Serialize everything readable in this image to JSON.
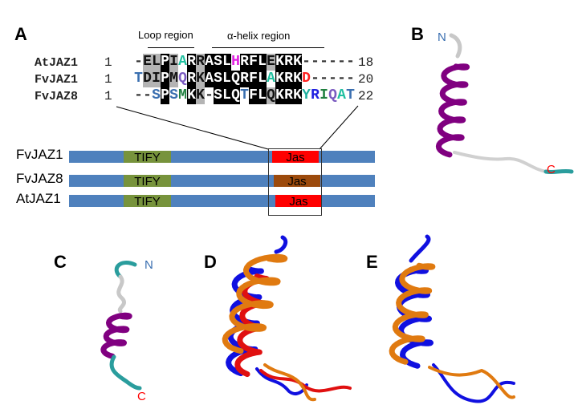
{
  "panels": {
    "a": "A",
    "b": "B",
    "c": "C",
    "d": "D",
    "e": "E"
  },
  "regions": {
    "loop": "Loop region",
    "helix": "α-helix region"
  },
  "alignment": [
    {
      "name": "AtJAZ1",
      "start": "1",
      "seq": "-ELPIARRASLHRFLEKRK------",
      "shade": "nggbgnbgbbbnbbbgbbbnnnnnn",
      "end": "18"
    },
    {
      "name": "FvJAZ1",
      "start": "1",
      "seq": "TDIPMQRKASLQRFLAKRKD-----",
      "shade": "nggbgnbgbbbbbbbnbbbnnnnnn",
      "end": "20"
    },
    {
      "name": "FvJAZ8",
      "start": "1",
      "seq": "--SPSMKK-SLQTFLQKRKYRIQAT",
      "shade": "nnnbnnbgnbbbnbbgbbbnnnnnn",
      "end": "22"
    }
  ],
  "residue_colors": {
    "0": {
      "5": "#20c0a0",
      "11": "#e020e0"
    },
    "1": {
      "0": "#3a6fb0",
      "5": "#7a5ac0",
      "15": "#20c0a0",
      "19": "#ff2020"
    },
    "2": {
      "2": "#3a6fb0",
      "4": "#3a6fb0",
      "5": "#208040",
      "12": "#3a6fb0",
      "19": "#20b0a0",
      "20": "#2020e0",
      "21": "#208040",
      "22": "#7a5ac0",
      "23": "#20c0a0",
      "24": "#3a6fb0"
    }
  },
  "proteins": [
    {
      "name": "FvJAZ1",
      "tify": "TIFY",
      "jas": "Jas",
      "jas_color": "#ff0000"
    },
    {
      "name": "FvJAZ8",
      "tify": "TIFY",
      "jas": "Jas",
      "jas_color": "#9c4a0c"
    },
    {
      "name": "AtJAZ1",
      "tify": "TIFY",
      "jas": "Jas",
      "jas_color": "#ff0000"
    }
  ],
  "termini": {
    "b_n": "N",
    "b_c": "C",
    "c_n": "N",
    "c_c": "C"
  },
  "colors": {
    "n_terminus": "#3a6fb0",
    "c_terminus": "#ff0000",
    "purple": "#800080",
    "teal": "#2a9d9d",
    "blue": "#1010e0",
    "orange": "#e07a10",
    "red": "#e01010"
  }
}
